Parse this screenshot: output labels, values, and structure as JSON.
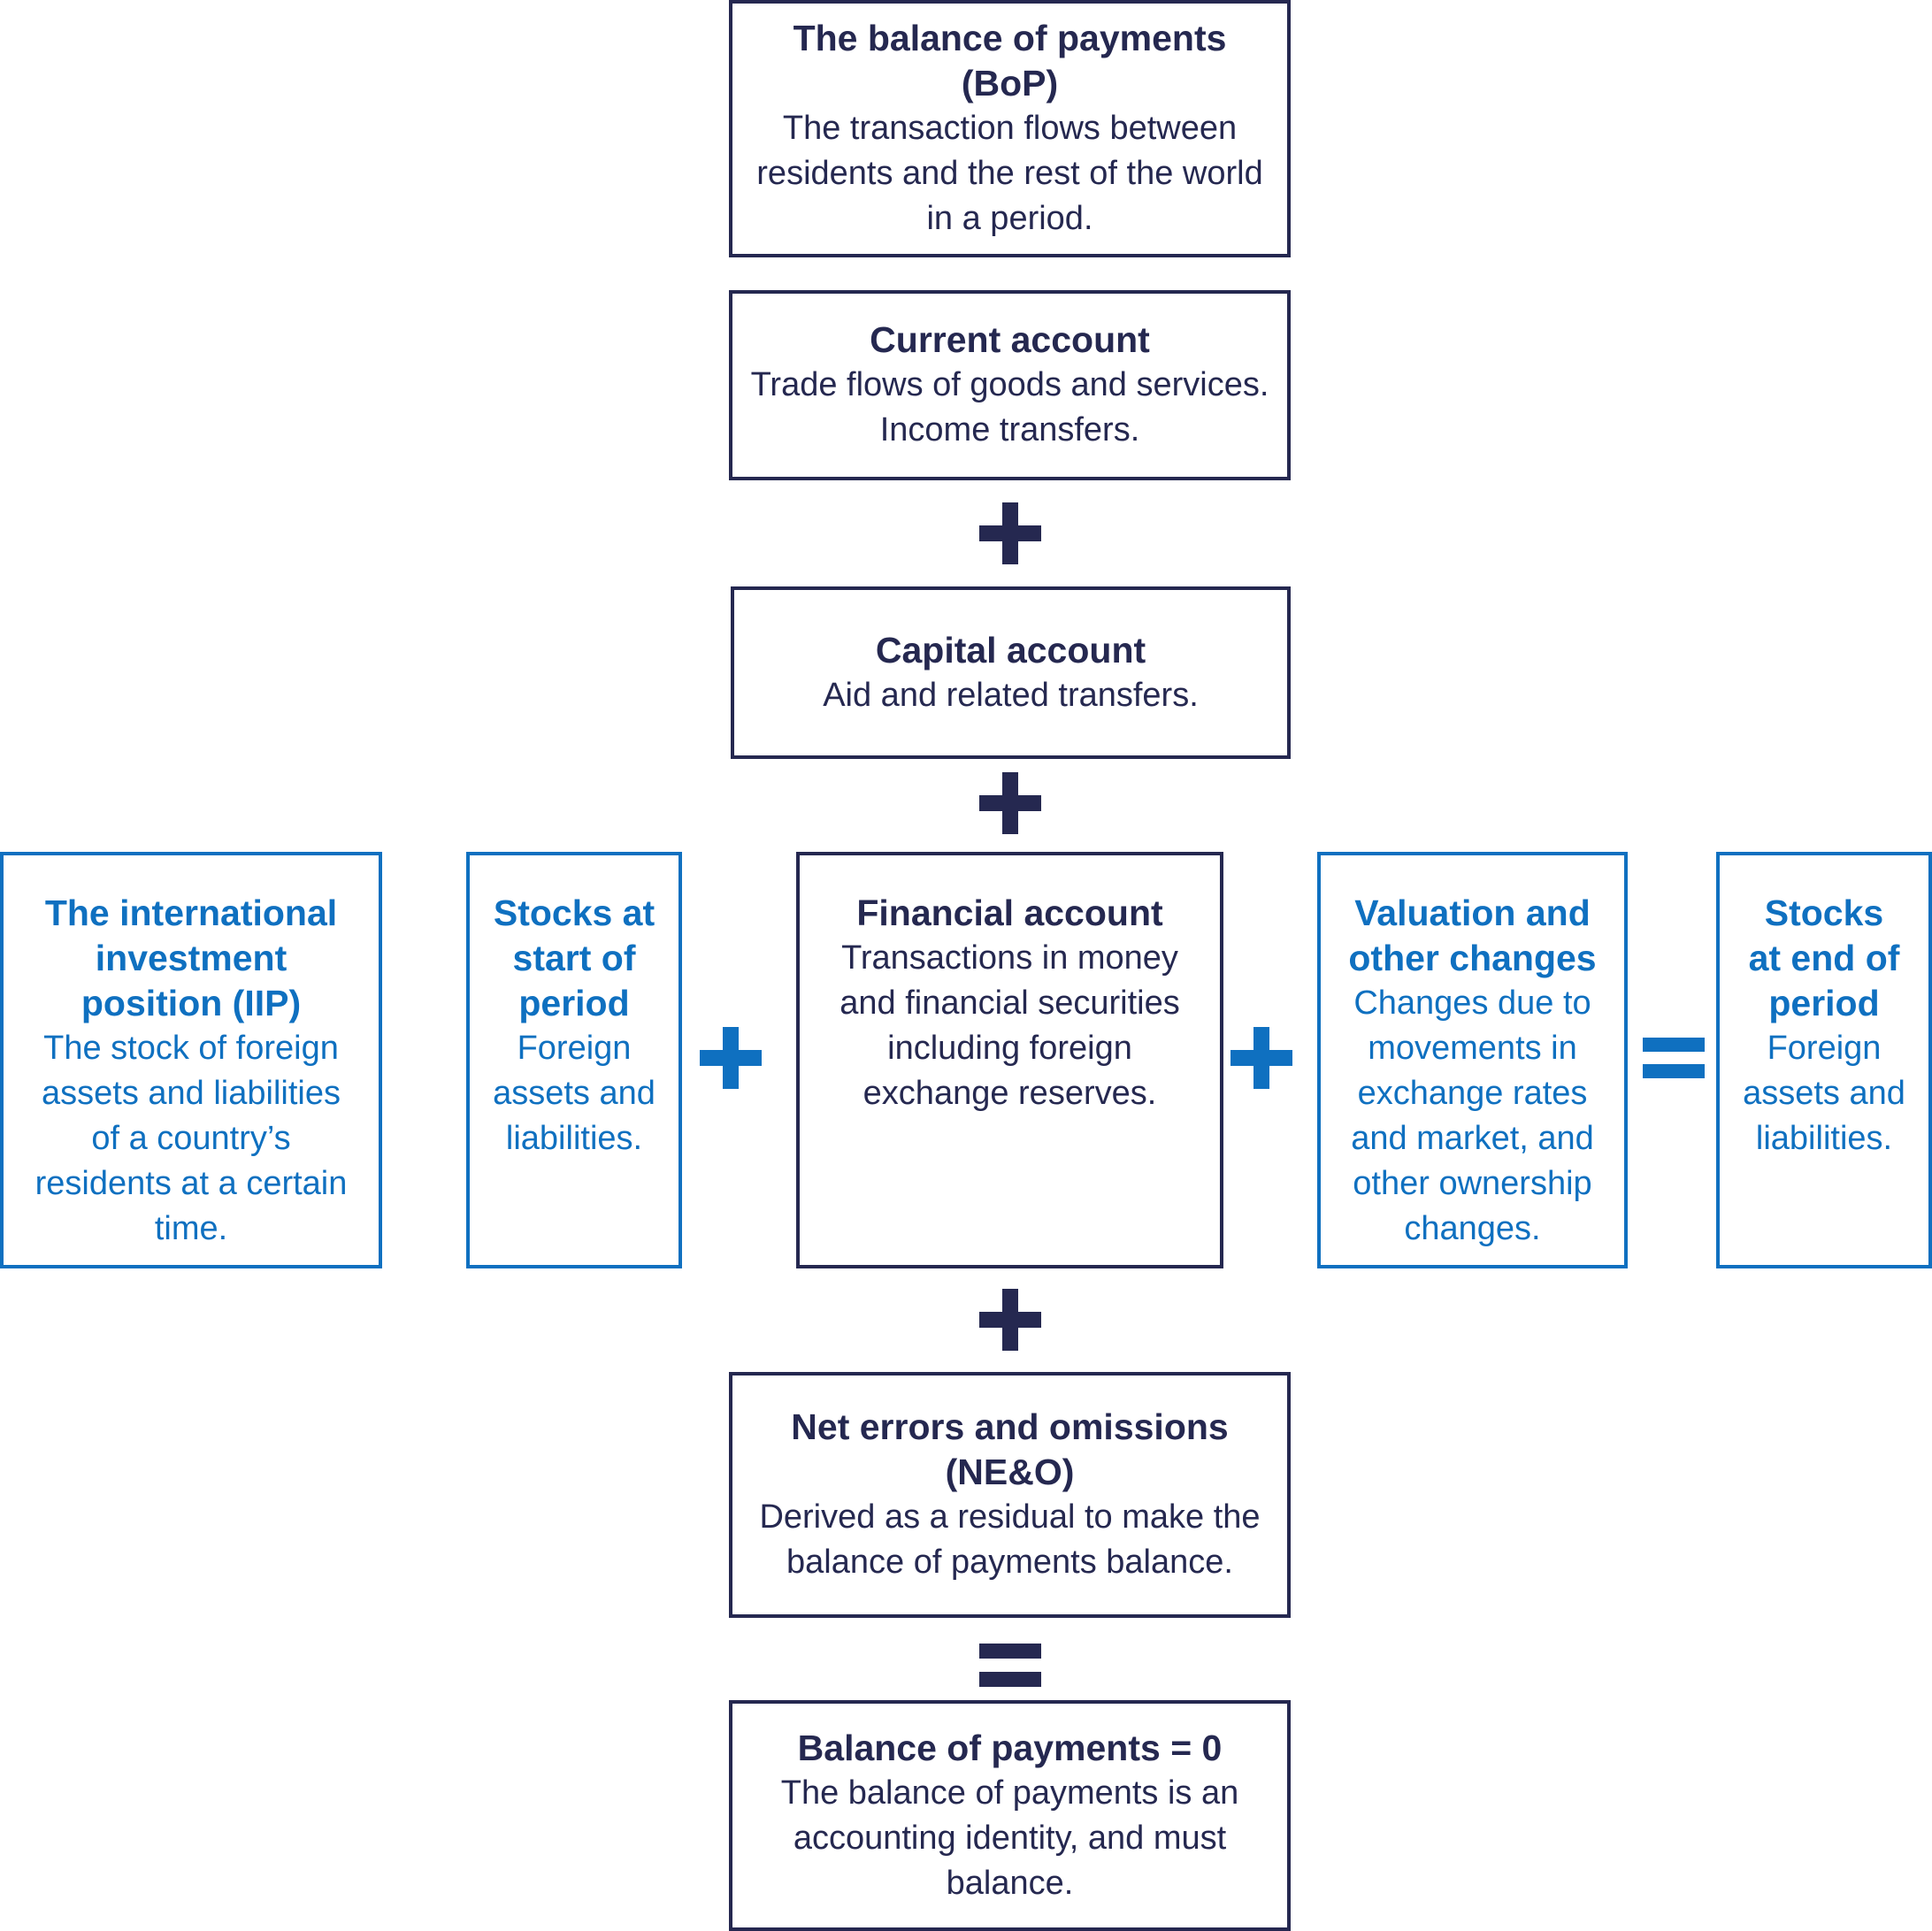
{
  "colors": {
    "navy": "#252850",
    "blue": "#0f70c0"
  },
  "operator_names": [
    "plus-icon",
    "equals-icon"
  ],
  "bop_box": {
    "title": "The balance of payments (BoP)",
    "desc": "The transaction flows between\nresidents and the rest of the world\nin a period."
  },
  "current_account": {
    "title": "Current account",
    "desc": "Trade flows of goods and services.\nIncome transfers."
  },
  "capital_account": {
    "title": "Capital account",
    "desc": "Aid and related transfers."
  },
  "financial_account": {
    "title": "Financial account",
    "desc": "Transactions in money\nand financial securities\nincluding foreign\nexchange reserves."
  },
  "neo": {
    "title": "Net errors and omissions\n(NE&O)",
    "desc": "Derived as a residual to make the\nbalance of payments balance."
  },
  "bop_zero": {
    "title": "Balance of payments = 0",
    "desc": "The balance of payments is an\naccounting identity, and must\nbalance."
  },
  "iip": {
    "title": "The international\ninvestment\nposition (IIP)",
    "desc": "The stock of foreign\nassets and liabilities\nof a country’s\nresidents at a certain\ntime."
  },
  "stocks_start": {
    "title": "Stocks at\nstart of\nperiod",
    "desc": "Foreign\nassets and\nliabilities."
  },
  "valuation": {
    "title": "Valuation and\nother changes",
    "desc": "Changes due to\nmovements in\nexchange rates\nand market, and\nother ownership\nchanges."
  },
  "stocks_end": {
    "title": "Stocks\nat end of\nperiod",
    "desc": "Foreign\nassets and\nliabilities."
  }
}
